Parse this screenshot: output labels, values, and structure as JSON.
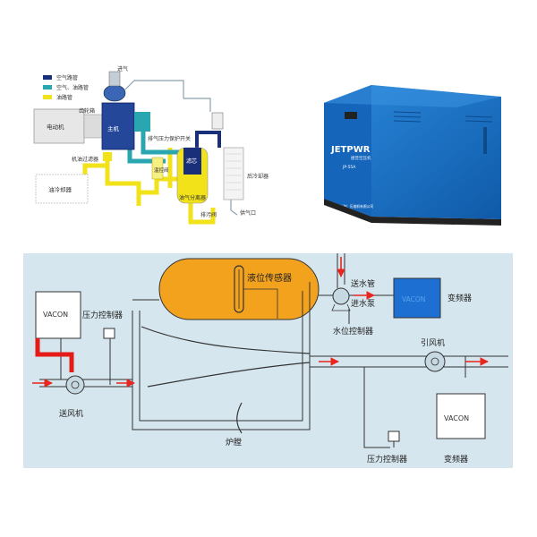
{
  "colors": {
    "air_pipe": "#1a2f7a",
    "air_oil_pipe": "#2aa6b0",
    "oil_pipe": "#f2e21a",
    "tank": "#f3a21e",
    "vfd_blue": "#1d6fd1",
    "cabinet_blue": "#1a73c9",
    "panel_bg": "#d6e6ee",
    "red_arrow": "#e8251e",
    "red_cable": "#e41b17"
  },
  "icons": {
    "compressor_unit": "cabinet-icon",
    "fan": "fan-icon",
    "pump": "pump-icon",
    "pressure_controller": "sensor-box-icon"
  },
  "top_left": {
    "legend": [
      "空气路管",
      "空气、油路管",
      "油路管"
    ],
    "labels": {
      "air_inlet": "进气",
      "motor": "电动机",
      "coupling": "齿轮箱",
      "host": "主机",
      "oil_filter": "机油过滤器",
      "exhaust_switch": "排气压力保护开关",
      "separator": "油气分离器",
      "core": "滤芯",
      "cooler": "后冷却器",
      "oil_cooler": "油冷却器",
      "temp_valve": "温控阀",
      "drain": "排污阀",
      "outlet": "供气口"
    }
  },
  "top_right": {
    "brand": "JETPWR",
    "brand_sub": "捷普空压机",
    "model": "JP-55A",
    "footer_text": "捷普（上海）压缩机有限公司"
  },
  "bottom": {
    "tank_label": "液位传感器",
    "vacon_left": "VACON",
    "vacon_mid": "VACON",
    "vacon_right": "VACON",
    "pressure_ctrl_top": "压力控制器",
    "fan_left": "送风机",
    "water_pipe": "送水管",
    "water_pump": "进水泵",
    "inverter_mid": "变频器",
    "water_ctrl": "水位控制器",
    "induced_fan": "引风机",
    "furnace": "炉膛",
    "pressure_ctrl_bottom": "压力控制器",
    "inverter_bottom": "变频器"
  }
}
